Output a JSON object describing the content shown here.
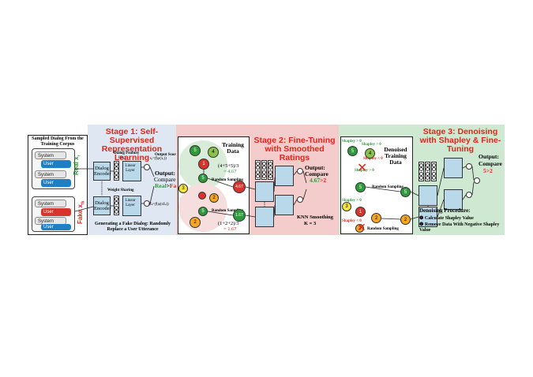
{
  "left_panel": {
    "sampled_title": "Sampled Dialog From the Training Corpus",
    "system_label": "System",
    "user_label": "User",
    "real_label": "Real x",
    "real_sub": "r",
    "fake_label": "Fake x",
    "fake_sub": "fk"
  },
  "stage1": {
    "title": "Stage 1: Self-Supervised Representation Learning",
    "dialog_feature": "Dialog Feature",
    "feat_top": "f(x",
    "encoder": "Dialog Encoder",
    "linear": "Linear Layer",
    "weight_sharing": "Weight Sharing",
    "output_score": "Output Score",
    "score_top": "s",
    "score_bottom": "s",
    "output": "Output:",
    "compare": "Compare",
    "real": "Real",
    "gt": ">",
    "fake": "Fake",
    "caption": "Generating a Fake Dialog: Randomly Replace a User Utterance"
  },
  "stage2": {
    "title": "Stage 2: Fine-Tuning with Smoothed Ratings",
    "training_data": "Training Data",
    "formula_top": "(4+5+5)/3",
    "formula_top_val": "= 4.67",
    "formula_bottom": "(1+2+2)/3",
    "formula_bottom_val": "= 1.67",
    "random_sampling": "Random Sampling",
    "output": "Output:",
    "compare": "Compare",
    "cmp_left": "4.67",
    "cmp_right": ">2",
    "knn": "KNN Smoothing",
    "k": "K = 3",
    "nodes": [
      "5",
      "4",
      "1",
      "5",
      "2",
      "2",
      "3",
      "5",
      "4.67",
      "1.67"
    ]
  },
  "stage3": {
    "title": "Stage 3: Denoising with Shapley & Fine-Tuning",
    "denoised": "Denoised Training Data",
    "shapley_pos": "Shapley > 0",
    "shapley_neg": "Shapley < 0",
    "random_sampling": "Random Sampling",
    "output": "Output:",
    "compare": "Compare",
    "cmp": "5>2",
    "procedure": "Denoising Procedure:",
    "step1": "❶ Calculate Shapley Value",
    "step2": "❷ Remove Data With Negative Shapley Value",
    "nodes": [
      "5",
      "4",
      "5",
      "3",
      "1",
      "2",
      "2",
      "5",
      "2"
    ]
  },
  "colors": {
    "stage1_bg": "#dfe7f2",
    "stage2_bg": "#f4cccc",
    "stage3_bg": "#cfe8d2",
    "title_red": "#e0261b",
    "green": "#2e9a3b",
    "user_blue": "#1f7fc4",
    "user_red": "#d6342c"
  }
}
